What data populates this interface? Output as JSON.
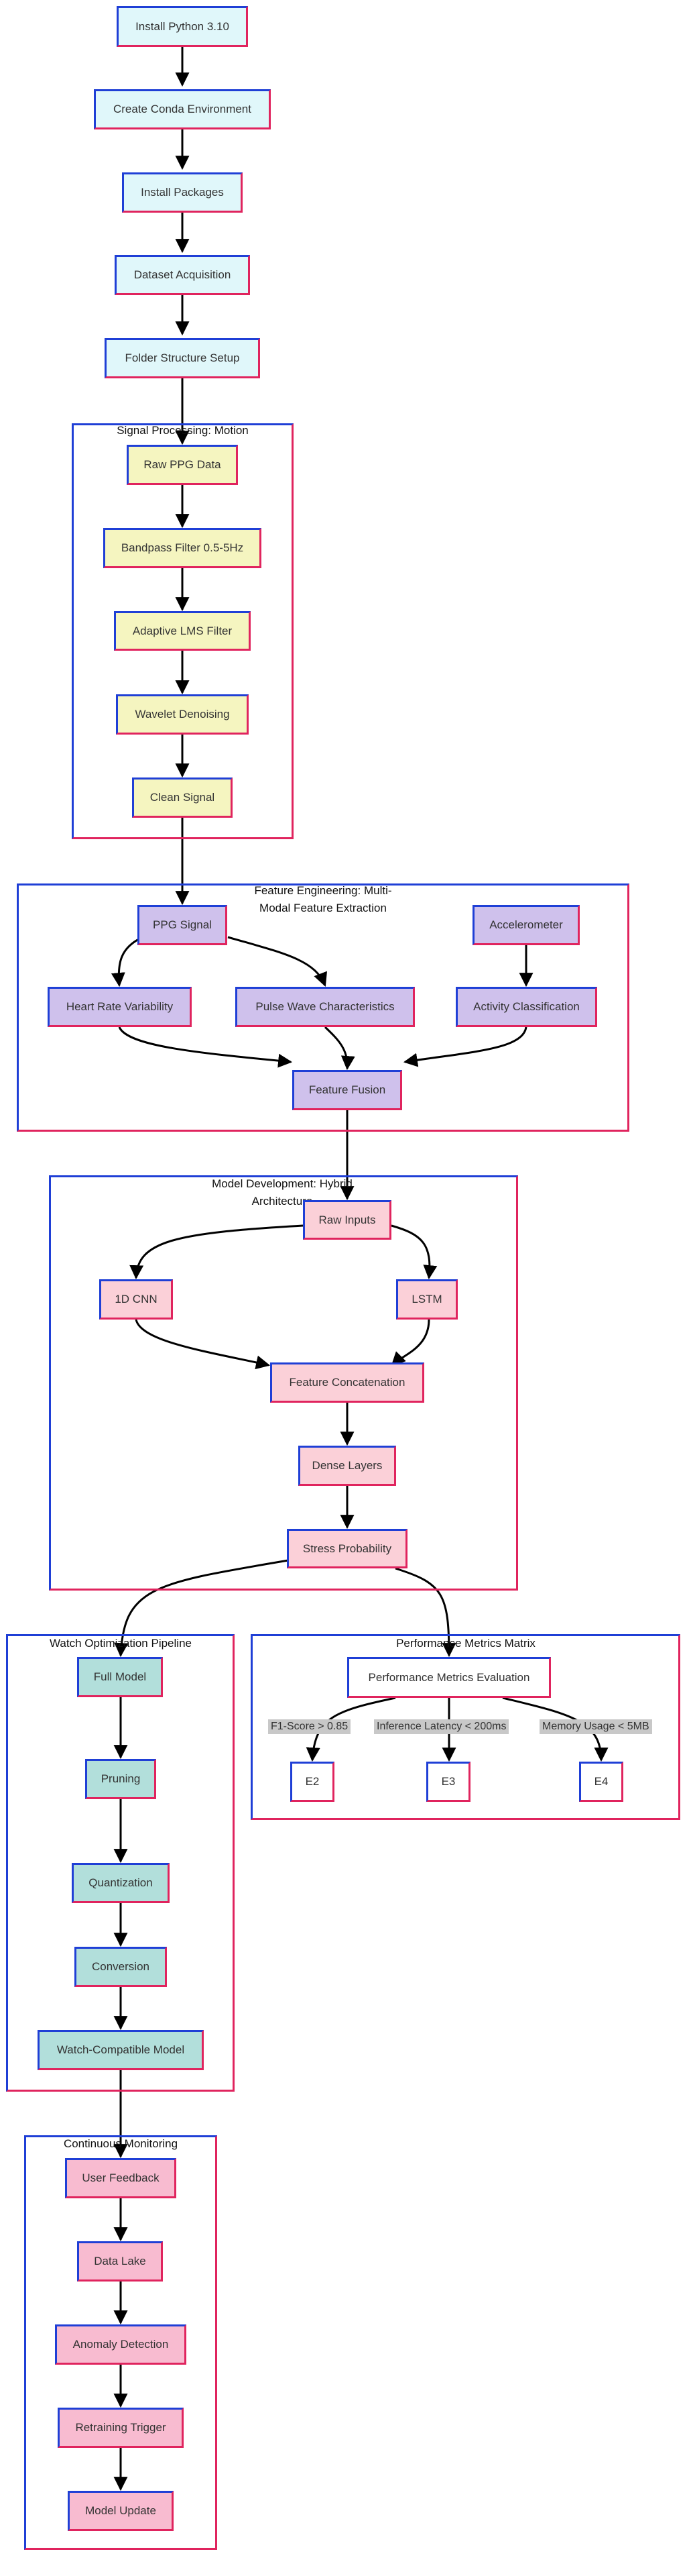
{
  "setup": {
    "install_python": "Install Python 3.10",
    "create_conda": "Create Conda Environment",
    "install_packages": "Install Packages",
    "dataset": "Dataset Acquisition",
    "folders": "Folder Structure Setup"
  },
  "signal_processing": {
    "title": "Signal Processing: Motion",
    "raw_ppg": "Raw PPG Data",
    "bandpass": "Bandpass Filter 0.5-5Hz",
    "lms": "Adaptive LMS Filter",
    "wavelet": "Wavelet Denoising",
    "clean": "Clean Signal"
  },
  "feature_engineering": {
    "title_line1": "Feature Engineering: Multi-",
    "title_line2": "Modal Feature Extraction",
    "ppg_signal": "PPG Signal",
    "accelerometer": "Accelerometer",
    "hrv": "Heart Rate Variability",
    "pulse_wave": "Pulse Wave Characteristics",
    "activity": "Activity Classification",
    "fusion": "Feature Fusion"
  },
  "model_development": {
    "title_line1": "Model Development: Hybrid",
    "title_line2": "Architecture",
    "raw_inputs": "Raw Inputs",
    "cnn": "1D CNN",
    "lstm": "LSTM",
    "concat": "Feature Concatenation",
    "dense": "Dense Layers",
    "stress": "Stress Probability"
  },
  "watch_optimization": {
    "title": "Watch Optimization Pipeline",
    "full_model": "Full Model",
    "pruning": "Pruning",
    "quantization": "Quantization",
    "conversion": "Conversion",
    "watch_model": "Watch-Compatible Model"
  },
  "performance": {
    "title": "Performance Metrics Matrix",
    "evaluation": "Performance Metrics Evaluation",
    "f1_label": "F1-Score > 0.85",
    "latency_label": "Inference Latency < 200ms",
    "memory_label": "Memory Usage < 5MB",
    "e2": "E2",
    "e3": "E3",
    "e4": "E4"
  },
  "monitoring": {
    "title": "Continuous Monitoring",
    "feedback": "User Feedback",
    "data_lake": "Data Lake",
    "anomaly": "Anomaly Detection",
    "retraining": "Retraining Trigger",
    "model_update": "Model Update"
  },
  "colors": {
    "border_primary": "#1f3fd6",
    "border_secondary": "#e0245e",
    "setup_fill": "#e0f7fa",
    "signal_fill": "#f5f5c0",
    "feature_fill": "#cfc1ec",
    "model_fill": "#fbd0d8",
    "watch_fill": "#b2dfdb",
    "monitor_fill": "#f8bbd0"
  }
}
